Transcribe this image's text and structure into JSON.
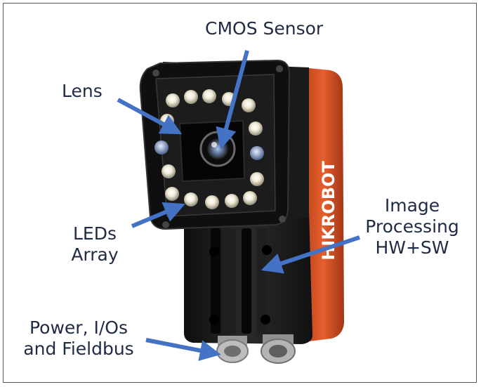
{
  "labels": {
    "cmos_sensor": "CMOS Sensor",
    "lens": "Lens",
    "leds_array": [
      "LEDs",
      "Array"
    ],
    "image_processing": [
      "Image",
      "Processing",
      "HW+SW"
    ],
    "power": [
      "Power, I/Os",
      "and Fieldbus"
    ]
  },
  "brand": "HIKROBOT",
  "colors": {
    "arrow": "#4472c4",
    "label_text": "#1f2a44",
    "accent": "#e0592a",
    "body": "#151515"
  }
}
